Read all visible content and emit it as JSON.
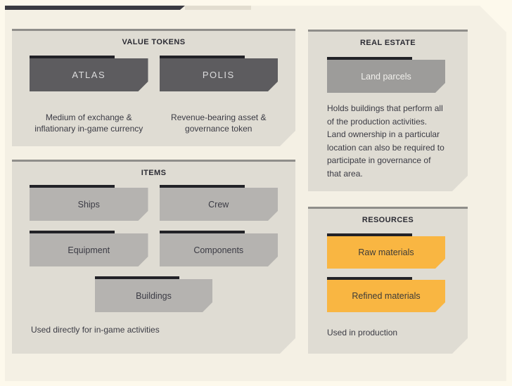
{
  "header_bar": {
    "dark_segment_color": "#3b3b41",
    "light_segment_color": "#e2ddcf"
  },
  "colors": {
    "page_background": "#fdf9ec",
    "container_background": "#f4f0e4",
    "panel_background": "#dfdcd3",
    "panel_border": "#8f8e8a",
    "dark_card": "#5d5c5f",
    "gray_card": "#b5b3b0",
    "land_card": "#9d9c9a",
    "resource_card": "#f9b642",
    "card_top_bar": "#222227",
    "text_dark": "#3b3b44"
  },
  "panels": {
    "value_tokens": {
      "title": "VALUE TOKENS",
      "tokens": [
        {
          "label": "ATLAS",
          "description": "Medium of exchange & inflationary in-game currency"
        },
        {
          "label": "POLIS",
          "description": "Revenue-bearing asset & governance token"
        }
      ]
    },
    "items": {
      "title": "ITEMS",
      "cards": [
        {
          "label": "Ships"
        },
        {
          "label": "Crew"
        },
        {
          "label": "Equipment"
        },
        {
          "label": "Components"
        },
        {
          "label": "Buildings"
        }
      ],
      "footer": "Used directly for in-game activities"
    },
    "real_estate": {
      "title": "REAL ESTATE",
      "card": {
        "label": "Land parcels"
      },
      "description": "Holds buildings that perform all of the production activities. Land ownership in a particular location can also be required to participate in governance of that area."
    },
    "resources": {
      "title": "RESOURCES",
      "cards": [
        {
          "label": "Raw materials"
        },
        {
          "label": "Refined materials"
        }
      ],
      "footer": "Used in production"
    }
  }
}
